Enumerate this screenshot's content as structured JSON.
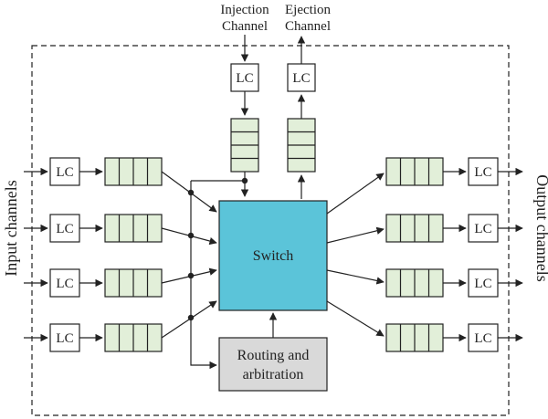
{
  "labels": {
    "injection_line1": "Injection",
    "injection_line2": "Channel",
    "ejection_line1": "Ejection",
    "ejection_line2": "Channel",
    "input_channels": "Input channels",
    "output_channels": "Output channels",
    "lc": "LC",
    "switch": "Switch",
    "routing_line1": "Routing and",
    "routing_line2": "arbitration"
  },
  "colors": {
    "buffer_fill": "#e2efd9",
    "switch_fill": "#5bc4d9",
    "routing_fill": "#d9d9d9",
    "line": "#222222"
  }
}
